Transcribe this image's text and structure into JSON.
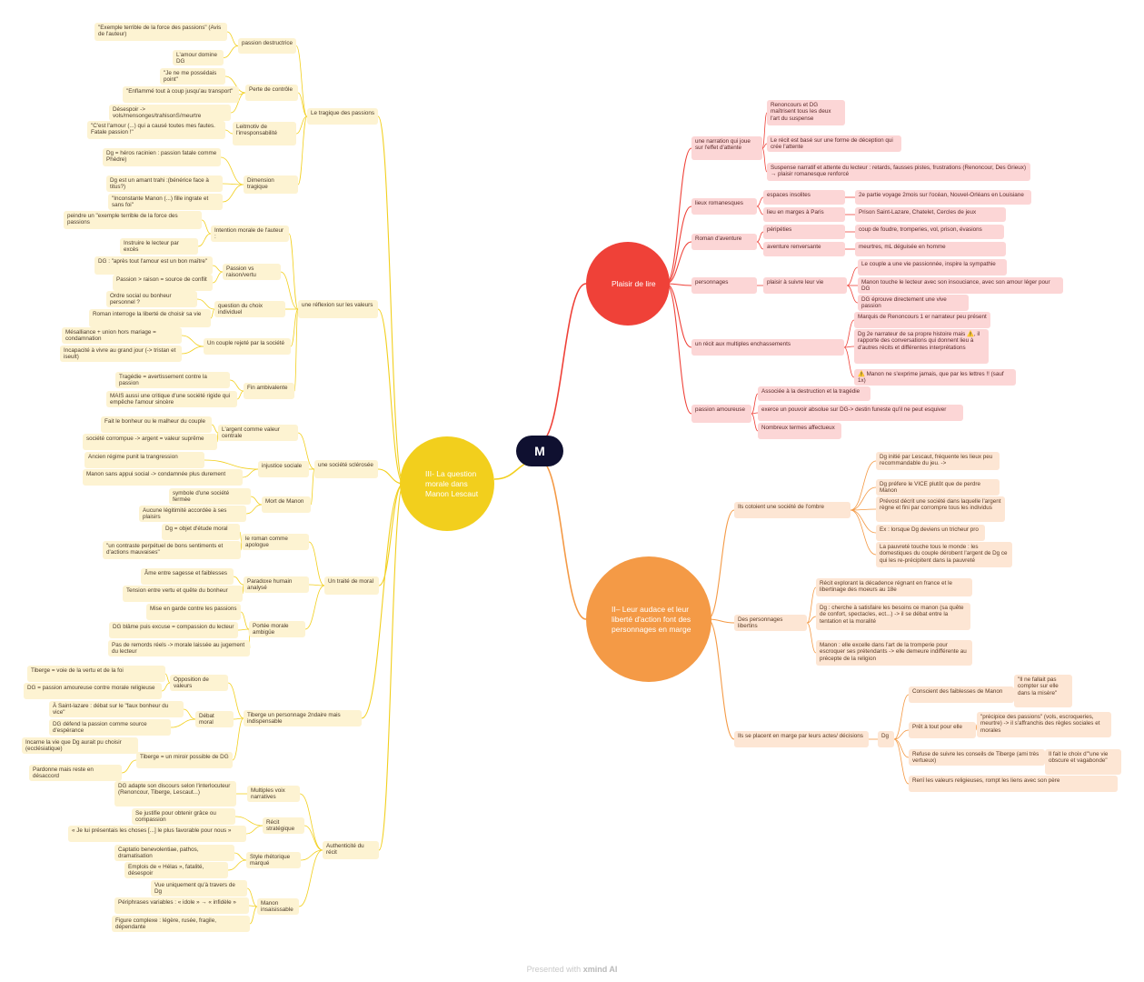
{
  "center": "M",
  "footer": {
    "text": "Presented with",
    "brand": "xmind AI"
  },
  "branches": {
    "tragique": "III- La question morale dans Manon Lescaut",
    "plaisir": "Plaisir de lire",
    "audace": "II– Leur audace et leur liberté d'action font des personnages en marge"
  },
  "colors": {
    "yellow": "#f2cf1d",
    "red": "#ef4138",
    "orange": "#f49a46",
    "center": "#0f1030"
  },
  "nodes": {
    "y": {
      "t1": "Le tragique des passions",
      "t1a": "passion destructrice",
      "t1a1": "\"Exemple terrible de la force des passions\" (Avis de l'auteur)",
      "t1a2": "L'amour domine DG",
      "t1b": "Perte de contrôle",
      "t1b1": "\"Je ne me possédais point\"",
      "t1b2": "\"Enflammé tout à coup jusqu'au transport\"",
      "t1b3": "Désespoir -> vols/mensonges/trahisonS/meurtre",
      "t1c": "Leitmotiv de l'irresponsabilité",
      "t1c1": "\"C'est l'amour (...) qui a causé toutes mes fautes. Fatale passion !\"",
      "t1d": "Dimension tragique",
      "t1d1": "Dg = héros racinien : passion fatale comme Phèdre)",
      "t1d2": "Dg est un amant trahi :(bénérice face à titus?)",
      "t1d3": "\"Inconstante Manon (...) fille ingrate et sans foi\"",
      "t2": "une réflexion sur les valeurs",
      "t2a": "Intention morale de l'auteur :",
      "t2a1": "peindre un \"exemple terrible de la force des passions",
      "t2a2": "Instruire le lecteur par excès",
      "t2b": "Passion vs raison/vertu",
      "t2b1": "DG : \"après tout l'amour est un bon maître\"",
      "t2b2": "Passion > raison = source de conflit",
      "t2c": "question du choix individuel",
      "t2c1": "Ordre social ou bonheur personnel ?",
      "t2c2": "Roman interroge la liberté de choisir sa vie",
      "t2d": "Un couple rejeté par la société",
      "t2d1": "Mésalliance + union hors mariage = condamnation",
      "t2d2": "Incapacité à vivre au grand jour (-> tristan et iseult)",
      "t2e": "Fin ambivalente",
      "t2e1": "Tragédie = avertissement contre la passion",
      "t2e2": "MAIS aussi une critique d'une société rigide qui empêche l'amour sincère",
      "t3": "une société sclérosée",
      "t3a": "L'argent comme valeur centrale",
      "t3a1": "Fait le bonheur ou le malheur du couple",
      "t3a2": "société corrompue -> argent = valeur suprême",
      "t3b": "injustice sociale",
      "t3b1": "Ancien régime punit la trangression",
      "t3b2": "Manon sans appui social -> condamnée plus durement",
      "t3c": "Mort de Manon",
      "t3c1": "symbole d'une société fermée",
      "t3c2": "Aucune légitimité accordée à ses plaisirs",
      "t4": "Un traité de moral",
      "t4a": "le roman comme apologue",
      "t4a1": "Dg = objet d'étude moral",
      "t4a2": "\"un contraste perpétuel de bons sentiments et d'actions mauvaises\"",
      "t4b": "Paradoxe humain analysé",
      "t4b1": "Âme entre sagesse et faiblesses",
      "t4b2": "Tension entre vertu et quête du bonheur",
      "t4c": "Portée morale ambigüe",
      "t4c1": "Mise en garde contre les passions",
      "t4c2": "DG blâme puis excuse = compassion du lecteur",
      "t4c3": "Pas de remords réels -> morale laissée au jugement du lecteur",
      "t5": "Tiberge un personnage 2ndaire mais indispensable",
      "t5a": "Opposition de valeurs",
      "t5a1": "Tiberge = voie de la vertu et de la foi",
      "t5a2": "DG = passion amoureuse contre morale religieuse",
      "t5b": "Débat moral",
      "t5b1": "À Saint-lazare : débat sur le \"faux bonheur du vice\"",
      "t5b2": "DG défend la passion comme source d'espérance",
      "t5c": "Tiberge = un miroir possible de DG",
      "t5c1": "Incarne la vie que Dg aurait pu choisir (ecclésiatique)",
      "t5c2": "Pardonne mais reste en désaccord",
      "t6": "Authenticité du récit",
      "t6a": "Multiples voix narratives",
      "t6a1": "DG adapte son discours selon l'interlocuteur (Renoncour, Tiberge, Lescaut...)",
      "t6b": "Récit stratégique",
      "t6b1": "Se justifie pour obtenir grâce ou compassion",
      "t6b2": "« Je lui présentais les choses [...] le plus favorable pour nous »",
      "t6c": "Style rhétorique marqué",
      "t6c1": "Captatio benevolentiae, pathos, dramatisation",
      "t6c2": "Emplois de « Hélas », fatalité, désespoir",
      "t6d": "Manon insaisissable",
      "t6d1": "Vue uniquement qu'à travers de Dg",
      "t6d2": "Périphrases variables : « idole » → « infidèle »",
      "t6d3": "Figure complexe : légère, rusée, fragile, dépendante"
    },
    "r": {
      "p1": "une narration qui joue sur l'effet d'attente",
      "p1a": "Renoncours et DG maîtrisent tous les deux l'art du suspense",
      "p1b": "Le récit est basé sur une forme de déception qui crée l'attente",
      "p1c": "Suspense narratif et attente du lecteur : retards, fausses pistes, frustrations (Renoncour, Des Grieux) → plaisir romanesque renforcé",
      "p2": "lieux romanesques",
      "p2a": "espaces insolites",
      "p2a1": "2e partie voyage 2mois sur l'océan, Nouvel-Orléans en Louisiane",
      "p2b": "lieu en marges à Paris",
      "p2b1": "Prison Saint-Lazare, Chatelet, Cercles de jeux",
      "p3": "Roman d'aventure",
      "p3a": "péripéties",
      "p3a1": "coup de foudre, tromperies, vol, prison, évasions",
      "p3b": "aventure renversante",
      "p3b1": "meurtres, mL déguisée en homme",
      "p4": "personnages",
      "p4a": "plaisir à suivre leur vie",
      "p4a1": "Le couple a une vie passionnée, inspire la sympathie",
      "p4a2": "Manon touche le lecteur avec son insouciance, avec son amour léger pour DG",
      "p4a3": "DG éprouve directement une vive passion",
      "p5": "un récit aux multiples enchassements",
      "p5a": "Marquis de Renoncours 1 er narrateur peu présent",
      "p5b": "Dg 2e narrateur de sa propre histoire mais ⚠️, il rapporte des conversations qui donnent lieu à d'autres récits et différentes interprétations",
      "p5c": "⚠️ Manon ne s'exprime jamais, que par les lettres !! (sauf 1x)",
      "p6": "passion amoureuse",
      "p6a": "Associée à la destruction et la tragédie",
      "p6b": "exerce un pouvoir absolue sur DG-> destin funeste qu'il ne peut esquiver",
      "p6c": "Nombreux termes affectueux"
    },
    "o": {
      "a1": "Ils cotoient une société de l'ombre",
      "a1a": "Dg initié par Lescaut, fréquente les lieux peu recommandable du jeu. ->",
      "a1b": "Dg préfere le VICE plutôt que de perdre Manon",
      "a1c": "Prévost décrit une société dans laquelle l'argent règne et fini par corrompre tous les individus",
      "a1d": "Ex : lorsque Dg deviens un tricheur pro",
      "a1e": "La pauvreté touche tous le monde : les domestiques du couple dérobent l'argent de Dg ce qui les re-précipitent dans la pauvreté",
      "a2": "Des personnages libertins",
      "a2a": "Récit explorant la décadence régnant en france et le libertinage des moeurs au 18e",
      "a2b": "Dg : cherche à satisfaire les besoins ce manon (sa quête de confort, spectacles, ect...) -> il se débat entre la tentation et la moralité",
      "a2c": "Manon : elle excelle dans l'art de la tromperie pour escroquer ses prétendants -> elle demeure indifférente au précepte de la religion",
      "a3": "Ils se placent en marge par leurs actes/ décisions",
      "a3x": "Dg",
      "a3a": "Conscient des faiblesses de Manon",
      "a3a1": "\"Il ne fallait pas compter sur elle dans la misère\"",
      "a3b": "Prêt à tout pour elle",
      "a3b1": "\"précipice des passions\" (vols, escroqueries, meurtre) -> il s'affranchis des règles sociales et morales",
      "a3c": "Refuse de suivre les conseils de Tiberge (ami très vertueux)",
      "a3c1": "Il fait le choix d'\"une vie obscure et vagabonde\"",
      "a3d": "Renî les valeurs religieuses, rompt les liens avec son père"
    }
  }
}
